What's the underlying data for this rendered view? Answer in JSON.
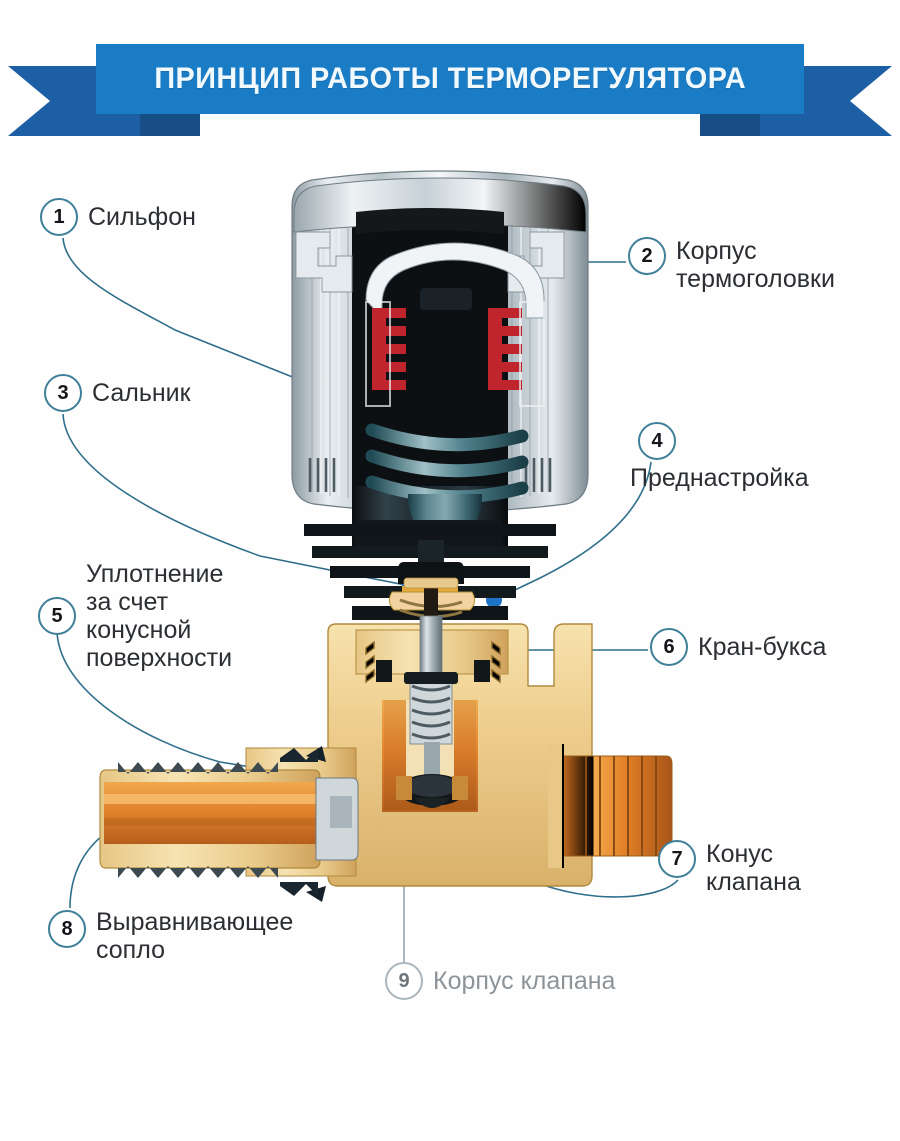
{
  "banner": {
    "title": "ПРИНЦИП РАБОТЫ ТЕРМОРЕГУЛЯТОРА",
    "color_main": "#1a7cc4",
    "color_tail": "#1d5fa4",
    "color_fold": "#174e86",
    "text_color": "#f2f9fd"
  },
  "theme": {
    "background": "#fefefe",
    "badge_ring": "#3f7f98",
    "badge_ring_muted": "#a9b6bd",
    "label_color": "#2b2f33",
    "label_color_muted": "#8d9499",
    "leader_line": "#2f6f8c",
    "marker_dot": "#1d74c4",
    "brass_light": "#f2d79a",
    "brass_mid": "#e0b064",
    "brass_dark": "#b07c32",
    "copper": "#e3832c",
    "steel_light": "#dde2e6",
    "steel_mid": "#a7b2b9",
    "steel_dark": "#5c686f",
    "teal": "#2f7f8c",
    "teal_dark": "#17414c",
    "red_bellows": "#c0242c",
    "body_black": "#14181b"
  },
  "callouts": [
    {
      "num": "1",
      "text": "Сильфон",
      "muted": false
    },
    {
      "num": "2",
      "text": "Корпус\nтермоголовки",
      "muted": false
    },
    {
      "num": "3",
      "text": "Сальник",
      "muted": false
    },
    {
      "num": "4",
      "text": "Преднастройка",
      "muted": false
    },
    {
      "num": "5",
      "text": "Уплотнение\nза счет\nконусной\nповерхности",
      "muted": false
    },
    {
      "num": "6",
      "text": "Кран-букса",
      "muted": false
    },
    {
      "num": "7",
      "text": "Конус\nклапана",
      "muted": false
    },
    {
      "num": "8",
      "text": "Выравнивающее\nсопло",
      "muted": false
    },
    {
      "num": "9",
      "text": "Корпус клапана",
      "muted": true
    }
  ],
  "artwork": {
    "name": "thermostatic-radiator-valve-cutaway",
    "description": "Cross-section illustration of a thermostatic radiator valve: chrome thermostatic head on top with red bellows and teal spring, black grip body, brass valve body with horizontal equalizing nozzle on the left and threaded outlet on the right."
  }
}
